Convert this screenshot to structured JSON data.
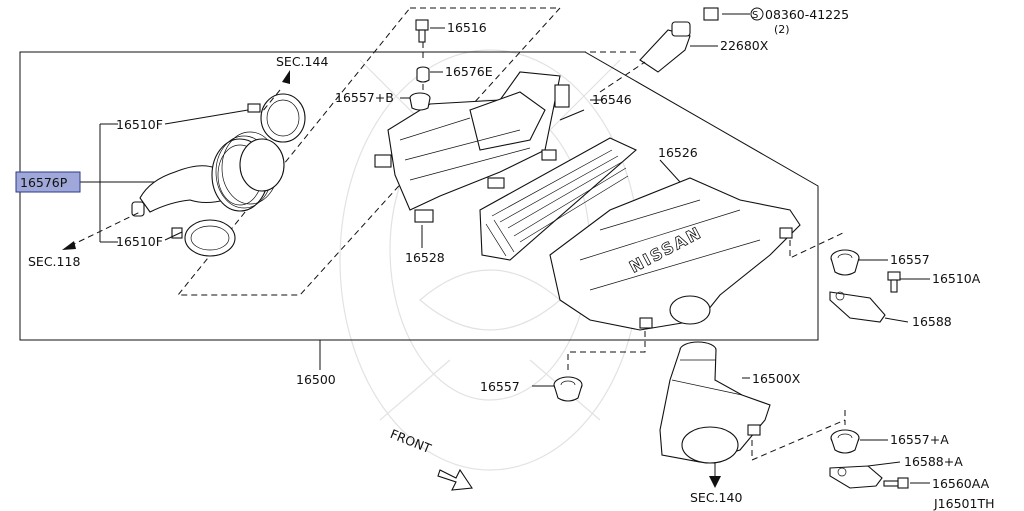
{
  "diagram_id": "J16501TH",
  "highlight_color": "#9fa8d8",
  "part_labels": {
    "p16576P": "16576P",
    "p16510F_top": "16510F",
    "p16510F_bottom": "16510F",
    "p16516": "16516",
    "p16576E": "16576E",
    "p16557B": "16557+B",
    "p16546": "16546",
    "p16528": "16528",
    "p16526": "16526",
    "p22680X": "22680X",
    "p08360": "08360-41225",
    "p08360_qty": "(2)",
    "p16557_right": "16557",
    "p16510A": "16510A",
    "p16588": "16588",
    "p16500": "16500",
    "p16557_low": "16557",
    "p16500X": "16500X",
    "p16557A": "16557+A",
    "p16588A": "16588+A",
    "p16560AA": "16560AA"
  },
  "section_refs": {
    "sec144": "SEC.144",
    "sec118": "SEC.118",
    "sec140": "SEC.140"
  },
  "symbols": {
    "s_circle": "S"
  },
  "markings": {
    "front": "FRONT",
    "brand": "NISSAN"
  }
}
